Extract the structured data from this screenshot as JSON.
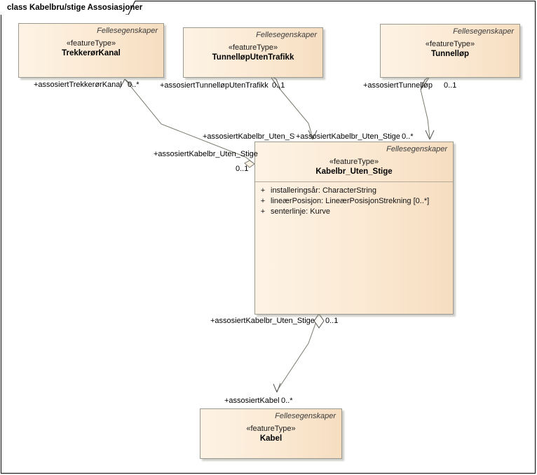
{
  "diagram": {
    "title": "class Kabelbru/stige Assosiasjoner",
    "type": "uml-class-diagram",
    "colors": {
      "class_fill_light": "#fdf3e5",
      "class_fill_dark": "#f6ddc0",
      "class_border": "#9a9a8e",
      "connector": "#7a7a6e",
      "frame_border": "#000000",
      "text": "#000000"
    }
  },
  "classes": [
    {
      "id": "trekkerorkanal",
      "package": "Fellesegenskaper",
      "stereotype": "«featureType»",
      "name": "TrekkerørKanal",
      "attributes": []
    },
    {
      "id": "tunnellopUtenTrafikk",
      "package": "Fellesegenskaper",
      "stereotype": "«featureType»",
      "name": "TunnelløpUtenTrafikk",
      "attributes": []
    },
    {
      "id": "tunnellop",
      "package": "Fellesegenskaper",
      "stereotype": "«featureType»",
      "name": "Tunnelløp",
      "attributes": []
    },
    {
      "id": "kabelbrUtenStige",
      "package": "Fellesegenskaper",
      "stereotype": "«featureType»",
      "name": "Kabelbr_Uten_Stige",
      "attributes": [
        {
          "visibility": "+",
          "text": "installeringsår: CharacterString"
        },
        {
          "visibility": "+",
          "text": "lineærPosisjon: LineærPosisjonStrekning [0..*]"
        },
        {
          "visibility": "+",
          "text": "senterlinje: Kurve"
        }
      ]
    },
    {
      "id": "kabel",
      "package": "Fellesegenskaper",
      "stereotype": "«featureType»",
      "name": "Kabel",
      "attributes": []
    }
  ],
  "connectors": [
    {
      "id": "conn-trekkerorkanal",
      "source": "kabelbrUtenStige",
      "target": "trekkerorkanal",
      "target_role": "+assosiertTrekkerørKanal",
      "target_mult": "0..*",
      "source_role": "+assosiertKabelbr_Uten_Stige",
      "source_mult": "0..1",
      "target_end": "open-arrow",
      "source_end": "hollow-diamond"
    },
    {
      "id": "conn-tunnellopUtenTrafikk",
      "source": "kabelbrUtenStige",
      "target": "tunnellopUtenTrafikk",
      "target_role": "+assosiertTunnelløpUtenTrafikk",
      "target_mult": "0..1",
      "source_role": "+assosiertKabelbr_Uten_Stig",
      "source_mult": "",
      "target_end": "hollow-diamond",
      "source_end": "open-arrow"
    },
    {
      "id": "conn-tunnellop",
      "source": "kabelbrUtenStige",
      "target": "tunnellop",
      "target_role": "+assosiertTunnelløp",
      "target_mult": "0..1",
      "source_role": "+assosiertKabelbr_Uten_Stige",
      "source_mult": "0..*",
      "target_end": "hollow-diamond",
      "source_end": "open-arrow"
    },
    {
      "id": "conn-kabel",
      "source": "kabelbrUtenStige",
      "target": "kabel",
      "target_role": "+assosiertKabel",
      "target_mult": "0..*",
      "source_role": "+assosiertKabelbr_Uten_Stige",
      "source_mult": "0..1",
      "target_end": "open-arrow",
      "source_end": "hollow-diamond"
    }
  ],
  "labels": {
    "assosiertTrekkerorKanal": "+assosiertTrekkerørKanal",
    "mult_trekkerorkanal": "0..*",
    "assosiertTunnellopUtenTrafikk": "+assosiertTunnelløpUtenTrafikk",
    "mult_tunnellopUtenTrafikk": "0..1",
    "assosiertTunnellop": "+assosiertTunnelløp",
    "mult_tunnellop": "0..1",
    "assosiertKabelbr_mid_left": "+assosiertKabelbr_Uten_Stig",
    "assosiertKabelbr_mid_right": "+assosiertKabelbr_Uten_Stige",
    "mult_mid_right": "0..*",
    "assosiertKabelbr_left": "+assosiertKabelbr_Uten_Stige",
    "mult_left": "0..1",
    "assosiertKabelbr_bottom": "+assosiertKabelbr_Uten_Stige",
    "mult_bottom": "0..1",
    "assosiertKabel": "+assosiertKabel",
    "mult_kabel": "0..*"
  }
}
